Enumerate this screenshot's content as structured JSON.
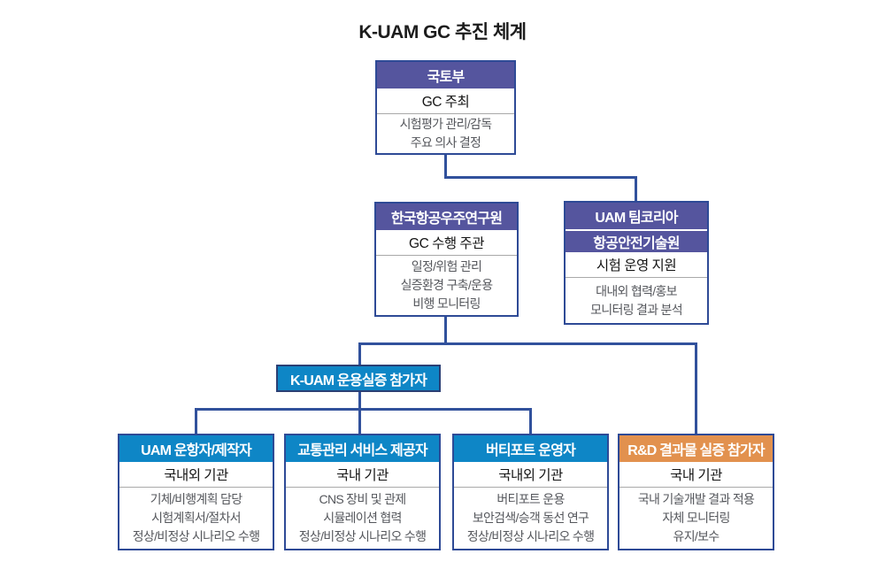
{
  "title": "K-UAM GC 추진 체계",
  "colors": {
    "purple_header": "#55559e",
    "blue_header": "#0e86c6",
    "orange_header": "#e2914e",
    "connector_line": "#31519c",
    "box_border": "#2e4a96",
    "item_text": "#55575c"
  },
  "nodes": {
    "moit": {
      "header": "국토부",
      "role": "GC 주최",
      "items": [
        "시험평가 관리/감독",
        "주요 의사 결정"
      ]
    },
    "kari": {
      "header": "한국항공우주연구원",
      "role": "GC 수행 주관",
      "items": [
        "일정/위험 관리",
        "실증환경 구축/운용",
        "비행 모니터링"
      ]
    },
    "team_korea": {
      "header1": "UAM 팀코리아",
      "header2": "항공안전기술원",
      "role": "시험 운영 지원",
      "items": [
        "대내외 협력/홍보",
        "모니터링 결과 분석"
      ]
    },
    "banner": {
      "label": "K-UAM 운용실증 참가자"
    },
    "operators": {
      "header": "UAM 운항자/제작자",
      "role": "국내외 기관",
      "items": [
        "기체/비행계획 담당",
        "시험계획서/절차서",
        "정상/비정상 시나리오 수행"
      ]
    },
    "traffic": {
      "header": "교통관리 서비스 제공자",
      "role": "국내 기관",
      "items": [
        "CNS 장비 및 관제",
        "시뮬레이션 협력",
        "정상/비정상 시나리오 수행"
      ]
    },
    "vertiport": {
      "header": "버티포트 운영자",
      "role": "국내외 기관",
      "items": [
        "버티포트 운용",
        "보안검색/승객 동선 연구",
        "정상/비정상 시나리오 수행"
      ]
    },
    "rnd": {
      "header": "R&D 결과물 실증 참가자",
      "role": "국내 기관",
      "items": [
        "국내 기술개발 결과 적용",
        "자체 모니터링",
        "유지/보수"
      ]
    }
  }
}
